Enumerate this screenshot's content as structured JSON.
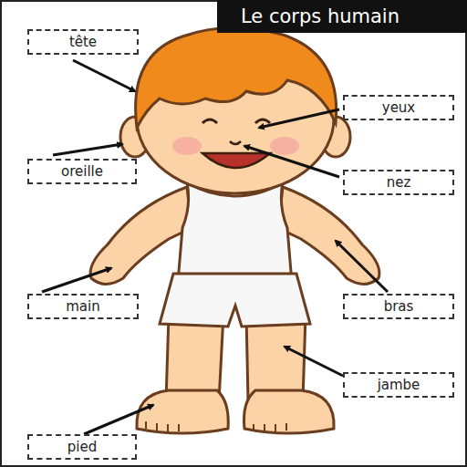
{
  "diagram": {
    "title": "Le corps humain",
    "nodes": [
      {
        "text": [
          "tête"
        ]
      },
      {
        "text": [
          "yeux"
        ]
      },
      {
        "text": [
          "oreille"
        ]
      },
      {
        "text": [
          "nez"
        ]
      },
      {
        "text": [
          "main"
        ]
      },
      {
        "text": [
          "bras"
        ]
      },
      {
        "text": [
          "jambe"
        ]
      },
      {
        "text": [
          "pied"
        ]
      }
    ]
  }
}
